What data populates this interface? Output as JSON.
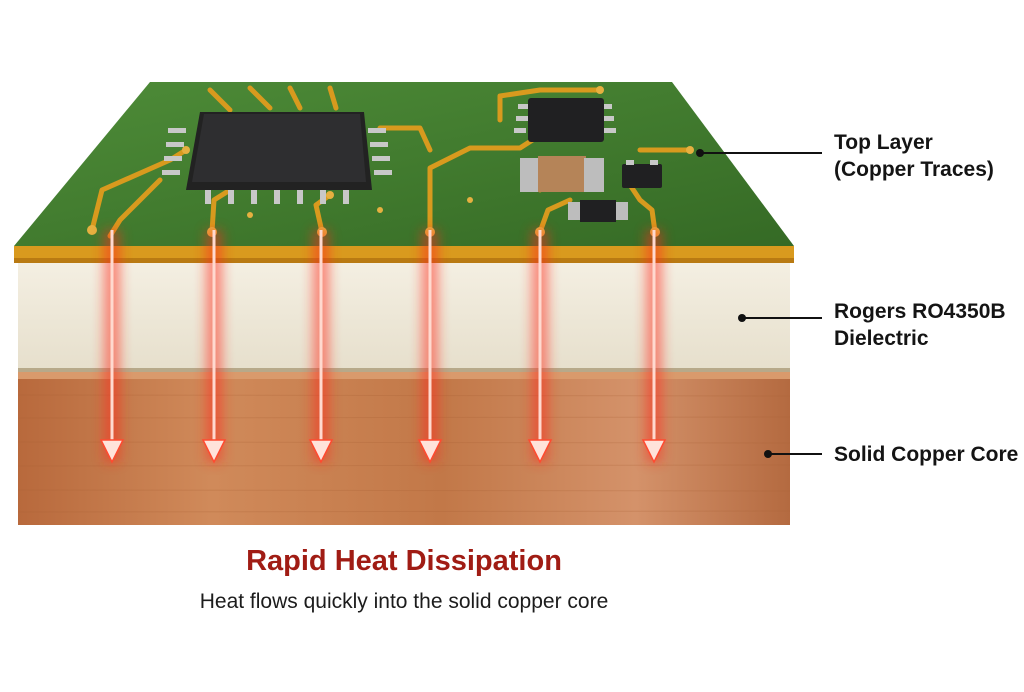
{
  "labels": {
    "top_layer": [
      "Top Layer",
      "(Copper Traces)"
    ],
    "dielectric": [
      "Rogers RO4350B",
      "Dielectric"
    ],
    "core": [
      "Solid Copper Core"
    ]
  },
  "caption": {
    "title": "Rapid Heat Dissipation",
    "subtitle": "Heat flows quickly into the solid copper core"
  },
  "colors": {
    "pcb_green": "#3f7a2c",
    "trace_gold": "#d89a1e",
    "dielectric": "#efe9da",
    "copper": "#c87a4a",
    "heat": "#ff2a1a",
    "title_red": "#a01c14"
  },
  "heat_arrows": 6
}
